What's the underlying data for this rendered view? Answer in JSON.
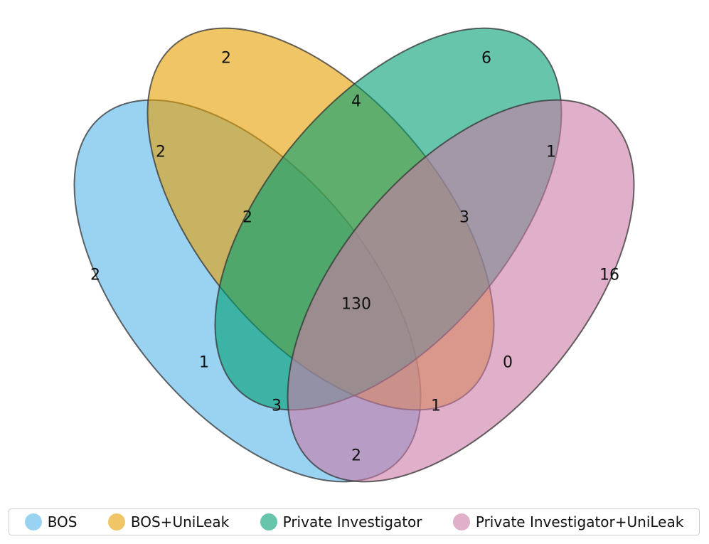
{
  "sets": [
    {
      "name": "BOS",
      "color": "#56B4E9"
    },
    {
      "name": "BOS+UniLeak",
      "color": "#E69F00"
    },
    {
      "name": "Private Investigator",
      "color": "#009E73"
    },
    {
      "name": "Private Investigator+UniLeak",
      "color": "#CC79A7"
    }
  ],
  "regions": [
    {
      "sets": [
        "BOS+UniLeak"
      ],
      "count": "2"
    },
    {
      "sets": [
        "Private Investigator"
      ],
      "count": "6"
    },
    {
      "sets": [
        "BOS+UniLeak",
        "Private Investigator"
      ],
      "count": "4"
    },
    {
      "sets": [
        "BOS",
        "BOS+UniLeak"
      ],
      "count": "2"
    },
    {
      "sets": [
        "Private Investigator",
        "Private Investigator+UniLeak"
      ],
      "count": "1"
    },
    {
      "sets": [
        "BOS",
        "BOS+UniLeak",
        "Private Investigator"
      ],
      "count": "2"
    },
    {
      "sets": [
        "BOS+UniLeak",
        "Private Investigator",
        "Private Investigator+UniLeak"
      ],
      "count": "3"
    },
    {
      "sets": [
        "BOS"
      ],
      "count": "2"
    },
    {
      "sets": [
        "Private Investigator+UniLeak"
      ],
      "count": "16"
    },
    {
      "sets": [
        "BOS",
        "BOS+UniLeak",
        "Private Investigator",
        "Private Investigator+UniLeak"
      ],
      "count": "130"
    },
    {
      "sets": [
        "BOS",
        "Private Investigator"
      ],
      "count": "1"
    },
    {
      "sets": [
        "BOS+UniLeak",
        "Private Investigator+UniLeak"
      ],
      "count": "0"
    },
    {
      "sets": [
        "BOS",
        "Private Investigator",
        "Private Investigator+UniLeak"
      ],
      "count": "3"
    },
    {
      "sets": [
        "BOS",
        "BOS+UniLeak",
        "Private Investigator+UniLeak"
      ],
      "count": "1"
    },
    {
      "sets": [
        "BOS",
        "Private Investigator+UniLeak"
      ],
      "count": "2"
    }
  ]
}
